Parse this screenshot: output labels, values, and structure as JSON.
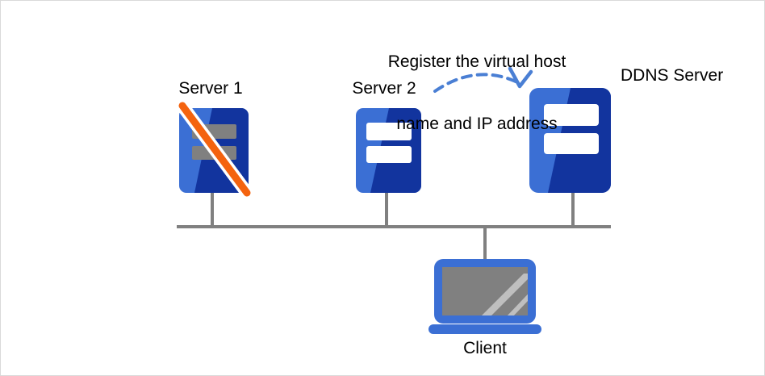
{
  "diagram": {
    "title": "DDNS virtual host registration network diagram",
    "annotation": {
      "line1": "Register the virtual host",
      "line2": "name and IP address"
    },
    "nodes": [
      {
        "id": "server1",
        "label": "Server 1",
        "type": "server",
        "state": "disabled",
        "bar_color": "#808080",
        "slash_color": "#f4630f"
      },
      {
        "id": "server2",
        "label": "Server 2",
        "type": "server",
        "state": "active",
        "bar_color": "#ffffff"
      },
      {
        "id": "ddns-server",
        "label": "DDNS Server",
        "type": "server",
        "state": "active",
        "bar_color": "#ffffff"
      },
      {
        "id": "client",
        "label": "Client",
        "type": "laptop",
        "state": "active"
      }
    ],
    "connections": [
      {
        "from": "server1",
        "to": "bus"
      },
      {
        "from": "server2",
        "to": "bus"
      },
      {
        "from": "ddns-server",
        "to": "bus"
      },
      {
        "from": "bus",
        "to": "client"
      }
    ],
    "arrow": {
      "from": "server2",
      "to": "ddns-server",
      "style": "dashed-curved",
      "color": "#4a7fd4"
    },
    "colors": {
      "server_light_blue": "#3b6fd4",
      "server_dark_blue": "#12349e",
      "laptop_frame_blue": "#3b6fd4",
      "screen_gray": "#808080",
      "screen_glare": "#bfbfbf",
      "bus_line_gray": "#808080",
      "arrow_blue": "#4a7fd4",
      "slash_orange": "#f4630f",
      "canvas_border": "#d9d9d9",
      "text_black": "#000000"
    }
  }
}
